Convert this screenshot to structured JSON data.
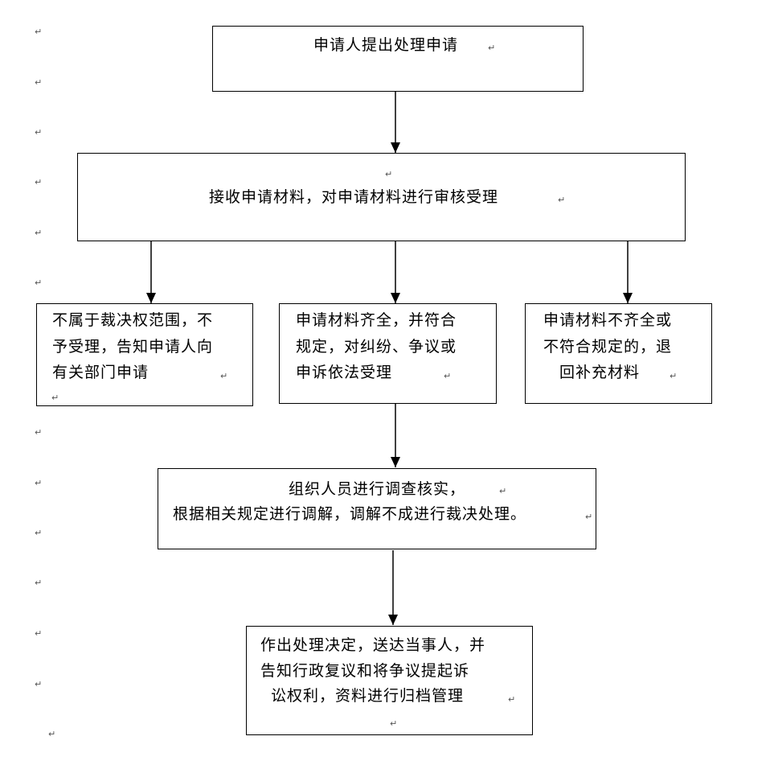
{
  "paragraph_mark": "↵",
  "flowchart": {
    "step1": {
      "lines": [
        "申请人提出处理申请"
      ]
    },
    "step2": {
      "lines": [
        "接收申请材料，对申请材料进行审核受理"
      ]
    },
    "branch_left": {
      "lines": [
        "不属于裁决权范围，不",
        "予受理，告知申请人向",
        "有关部门申请"
      ]
    },
    "branch_middle": {
      "lines": [
        "申请材料齐全，并符合",
        "规定，对纠纷、争议或",
        "申诉依法受理"
      ]
    },
    "branch_right": {
      "lines": [
        "申请材料不齐全或",
        "不符合规定的，退",
        "回补充材料"
      ]
    },
    "step4": {
      "lines": [
        "组织人员进行调查核实，",
        "根据相关规定进行调解，调解不成进行裁决处理。"
      ]
    },
    "step5": {
      "lines": [
        "作出处理决定，送达当事人，并",
        "告知行政复议和将争议提起诉",
        "讼权利，资料进行归档管理"
      ]
    }
  }
}
